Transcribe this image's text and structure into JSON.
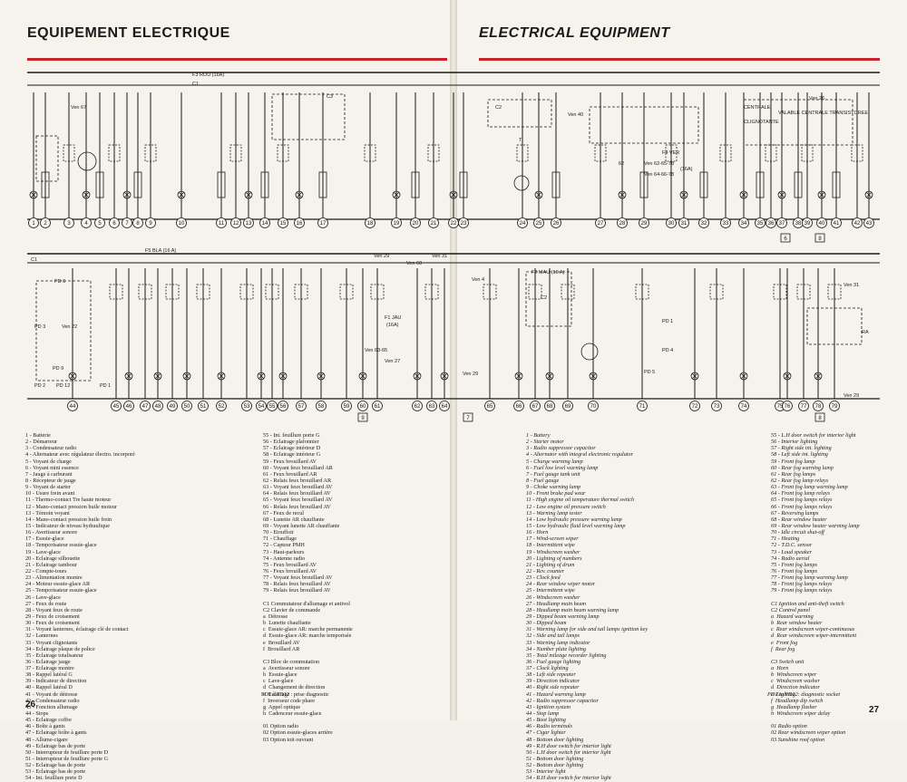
{
  "titles": {
    "left": "EQUIPEMENT ELECTRIQUE",
    "right": "ELECTRICAL EQUIPMENT"
  },
  "page_numbers": {
    "left": "26",
    "right": "27"
  },
  "diagram": {
    "top_labels": [
      "F3 ROU (16A)",
      "C1",
      "Ven 67",
      "C3",
      "Ven 40",
      "C2",
      "T",
      "Ven 26",
      "CENTRALE",
      "CLIGNOTANTE",
      "VALABLE CENTRALE TRANSISTOREE",
      "Ven 62-65-78",
      "F4 VER",
      "Ven 64-66-78",
      "(16A)",
      "62"
    ],
    "bottom_labels": [
      "F5 BLA (16 A)",
      "C1",
      "PD 6",
      "PD 3",
      "Ven 22",
      "PD 9",
      "PD 2",
      "PD 12",
      "PD 1",
      "Ven 29",
      "Ven 60",
      "Ven 31",
      "Ven 4",
      "F1 JAU",
      "(16A)",
      "Ven 27",
      "Ven 63-65",
      "Ven 29",
      "F2 MAU (16 A)",
      "C2",
      "PD 1",
      "PD 4",
      "PD 5",
      "RA",
      "Ven 31",
      "Ven 29"
    ],
    "top_numbers": [
      "1",
      "2",
      "3",
      "4",
      "5",
      "6",
      "7",
      "8",
      "9",
      "10",
      "11",
      "12",
      "13",
      "14",
      "15",
      "16",
      "17",
      "18",
      "19",
      "20",
      "21",
      "22",
      "23",
      "24",
      "25",
      "26",
      "27",
      "28",
      "29",
      "30",
      "31",
      "32",
      "33",
      "34",
      "35",
      "36",
      "37",
      "38",
      "39",
      "40",
      "41",
      "42",
      "43"
    ],
    "bottom_numbers": [
      "44",
      "45",
      "46",
      "47",
      "48",
      "49",
      "50",
      "51",
      "52",
      "53",
      "54",
      "55",
      "56",
      "57",
      "58",
      "59",
      "60",
      "61",
      "62",
      "63",
      "64",
      "65",
      "66",
      "67",
      "68",
      "69",
      "70",
      "71",
      "72",
      "73",
      "74",
      "75",
      "76",
      "77",
      "78",
      "79"
    ],
    "boxed_top": [
      "6",
      "8"
    ],
    "boxed_bottom": [
      "9",
      "7",
      "8"
    ]
  },
  "legend_fr_col1": [
    "1 - Batterie",
    "2 - Démarreur",
    "3 - Condensateur radio",
    "4 - Alternateur avec régulateur électro. incorporé",
    "5 - Voyant de charge",
    "6 - Voyant mini essence",
    "7 - Jauge à carburant",
    "8 - Récepteur de jauge",
    "9 - Voyant de starter",
    "10 - Usure frein avant",
    "11 - Thermo-contact Tre haute moteur",
    "12 - Mano-contact pression huile moteur",
    "13 - Témoin voyant",
    "14 - Mano-contact pression huile frein",
    "15 - Indicateur de niveau hydraulique",
    "16 - Avertisseur sonore",
    "17 - Essuie-glace",
    "18 - Temporisateur essuie-glace",
    "19 - Lave-glace",
    "20 - Eclairage silhouette",
    "21 - Eclairage tambour",
    "22 - Compte-tours",
    "23 - Alimentation montre",
    "24 - Moteur essuie-glace AR",
    "25 - Temporisateur essuie-glace",
    "26 - Lave-glace",
    "27 - Feux de route",
    "28 - Voyant feux de route",
    "29 - Feux de croisement",
    "30 - Feux de croisement",
    "31 - Voyant lanternes, éclairage clé de contact",
    "32 - Lanternes",
    "33 - Voyant clignotants",
    "34 - Eclairage plaque de police",
    "35 - Eclairage totalisateur",
    "36 - Eclairage jauge",
    "37 - Eclairage montre",
    "38 - Rappel latéral G",
    "39 - Indicateur de direction",
    "40 - Rappel latéral D",
    "41 - Voyant de détresse",
    "42 - Condensateur radio",
    "43 - Fonction allumage",
    "44 - Stops",
    "45 - Eclairage coffre",
    "46 - Boîte à gants",
    "47 - Eclairage boîte à gants",
    "48 - Allume-cigare",
    "49 - Eclairage bas de porte",
    "50 - Interrupteur de feuillure porte D",
    "51 - Interrupteur de feuillure porte G",
    "52 - Eclairage bas de porte",
    "53 - Eclairage bas de porte",
    "54 - Int. feuillure porte D"
  ],
  "legend_fr_col2": [
    "55 - Int. feuillure porte G",
    "56 - Eclairage plafonnier",
    "57 - Eclairage intérieur D",
    "58 - Eclairage intérieur G",
    "59 - Feux brouillard AV",
    "60 - Voyant feux brouillard AR",
    "61 - Feux brouillard AR",
    "62 - Relais feux brouillard AR",
    "63 - Voyant feux brouillard AV",
    "64 - Relais feux brouillard AV",
    "65 - Voyant feux brouillard AV",
    "66 - Relais feux brouillard AV",
    "67 - Feux de recul",
    "68 - Lunette AR chauffante",
    "69 - Voyant lunette AR chauffante",
    "70 - Etouffoir",
    "71 - Chauffage",
    "72 - Capteur PMH",
    "73 - Haut-parleurs",
    "74 - Antenne radio",
    "75 - Feux brouillard AV",
    "76 - Feux brouillard AV",
    "77 - Voyant feux brouillard AV",
    "78 - Relais feux brouillard AV",
    "79 - Relais feux brouillard AV",
    "",
    "C1 Commutateur d'allumage et antivol",
    "C2 Clavier de commande",
    "a  Détresse",
    "b  Lunette chauffante",
    "c  Essuie-glace AR: marche permanente",
    "d  Essuie-glace AR: marche temporisée",
    "e  Brouillard AV",
    "f  Brouillard AR",
    "",
    "C3 Bloc de commutation",
    "a  Avertisseur sonore",
    "b  Essuie-glace",
    "c  Lave-glace",
    "d  Changement de direction",
    "e  Eclairage",
    "f  Inverseur code phare",
    "g  Appel optique",
    "h  Cadenceur essuie-glace",
    "",
    "01 Option radio",
    "02 Option essuie-glaces arrière",
    "03 Option toit ouvrant"
  ],
  "legend_fr_footer": "PD1 à PD12 : prise diagnostic",
  "legend_en_col1": [
    "1 - Battery",
    "2 - Starter motor",
    "3 - Radio suppressor capacitor",
    "4 - Alternator with integral electronic regulator",
    "5 - Charge warning lamp",
    "6 - Fuel low level warning lamp",
    "7 - Fuel gauge tank unit",
    "8 - Fuel gauge",
    "9 - Choke warning lamp",
    "10 - Front brake pad wear",
    "11 - High engine oil temperature thermal switch",
    "12 - Low engine oil pressure switch",
    "13 - Warning lamp tester",
    "14 - Low hydraulic pressure warning lamp",
    "15 - Low hydraulic fluid level warning lamp",
    "16 - Horn",
    "17 - Wind-screen wiper",
    "18 - Intermittent wipe",
    "19 - Windscreen washer",
    "20 - Lighting of numbers",
    "21 - Lighting of drum",
    "22 - Rev. counter",
    "23 - Clock feed",
    "24 - Rear window wiper motor",
    "25 - Intermittent wipe",
    "26 - Windscreen washer",
    "27 - Headlamp main beam",
    "28 - Headlamp main beam warning lamp",
    "29 - Dipped beam warning lamp",
    "30 - Dipped beam",
    "31 - Warning lamp for side and tail lamps ignition key",
    "32 - Side and tail lamps",
    "33 - Warning lamp indicator",
    "34 - Number plate lighting",
    "35 - Total mileage recorder lighting",
    "36 - Fuel gauge lighting",
    "37 - Clock lighting",
    "38 - Left side repeater",
    "39 - Direction indicator",
    "40 - Right side repeater",
    "41 - Hazard warning lamp",
    "42 - Radio suppressor capacitor",
    "43 - Ignition system",
    "44 - Stop lamp",
    "45 - Boot lighting",
    "46 - Radio terminals",
    "47 - Cigar lighter",
    "48 - Bottom door lighting",
    "49 - R.H door switch for interior light",
    "50 - L.H door switch for interior light",
    "51 - Bottom door lighting",
    "52 - Bottom door lighting",
    "53 - Interior light",
    "54 - R.H door switch for interior light"
  ],
  "legend_en_col2": [
    "55 - L.H door switch for interior light",
    "56 - Interior lighting",
    "57 - Right side int. lighting",
    "58 - Left side int. lighting",
    "59 - Front fog lamp",
    "60 - Rear fog warning lamp",
    "61 - Rear fog lamps",
    "62 - Rear fog lamp relays",
    "63 - Front fog lamp warning lamp",
    "64 - Front fog lamp relays",
    "65 - Front fog lamps relays",
    "66 - Front fog lamps relays",
    "67 - Reversing lamps",
    "68 - Rear window heater",
    "69 - Rear window heater warning lamp",
    "70 - Idle circuit shut-off",
    "71 - Heating",
    "72 - T.D.C. sensor",
    "73 - Loud speaker",
    "74 - Radio aerial",
    "75 - Front fog lamps",
    "76 - Front fog lamps",
    "77 - Front fog lamp warning lamp",
    "78 - Front fog lamps relays",
    "79 - Front fog lamps relays",
    "",
    "C1 Ignition and anti-theft switch",
    "C2 Control panel",
    "a  Hazard warning",
    "b  Rear window heater",
    "c  Rear windscreen wiper-continuous",
    "d  Rear windscreen wiper-intermittent",
    "e  Front fog",
    "f  Rear fog",
    "",
    "C3 Switch unit",
    "a  Horn",
    "b  Windscreen wiper",
    "c  Windscreen washer",
    "d  Direction indicator",
    "e  Lighting",
    "f  Headlamp dip switch",
    "g  Headlamp flasher",
    "h  Windscreen wiper delay",
    "",
    "01 Radio option",
    "02 Rear windscreen wiper option",
    "03 Sunshine roof option"
  ],
  "legend_en_footer": "PD1 to PD12: diagnostic socket",
  "colors": {
    "rule": "#c8242c",
    "ink": "#1a1a1a",
    "paper": "#f6f3ec"
  }
}
